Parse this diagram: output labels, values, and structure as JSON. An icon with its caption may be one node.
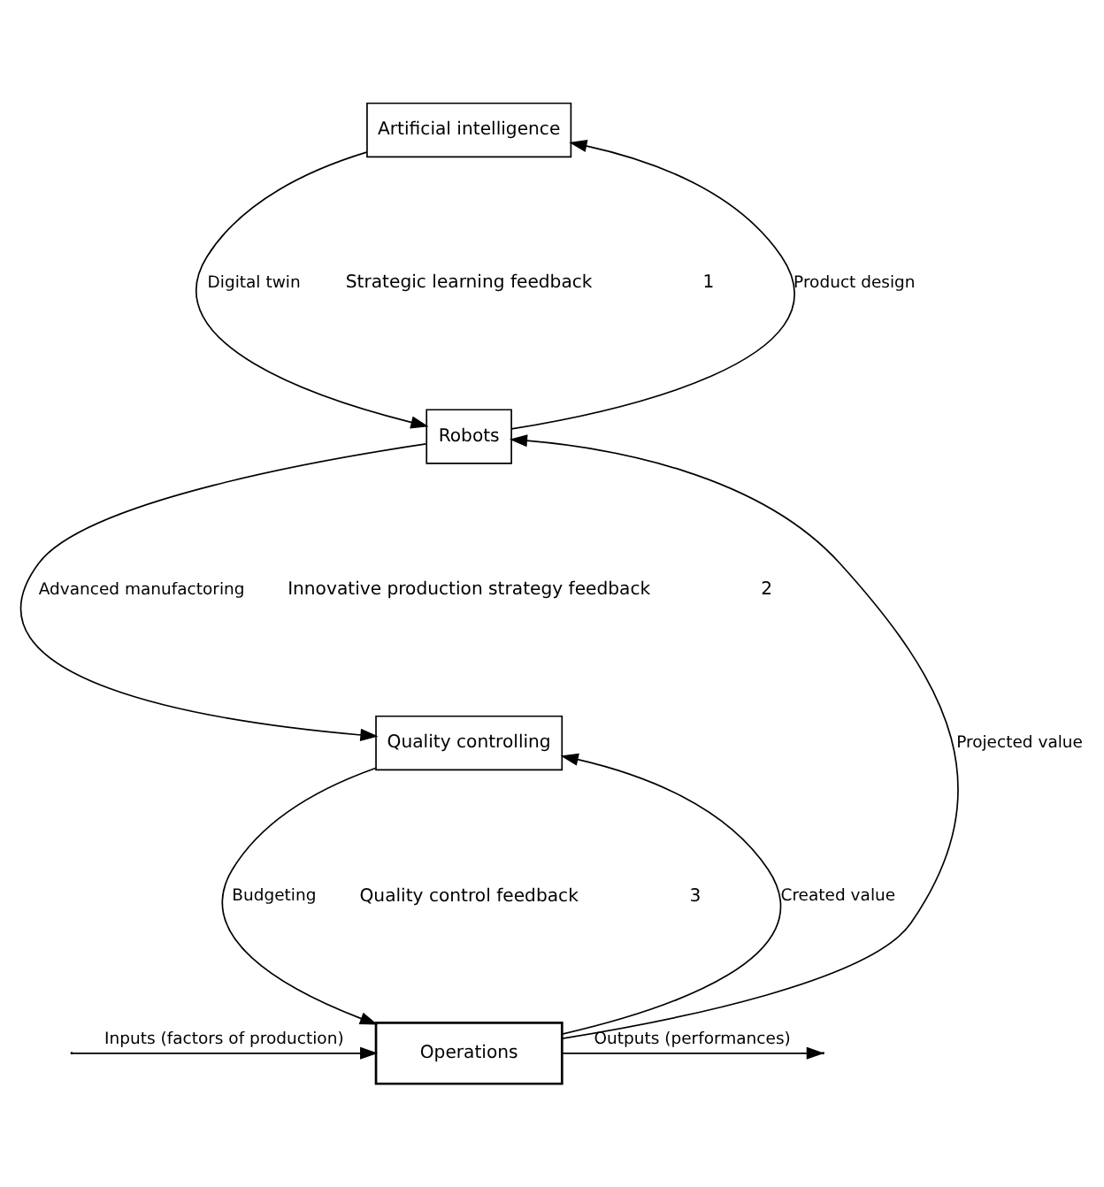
{
  "diagram": {
    "nodes": [
      {
        "text": [
          "Artificial intelligence"
        ]
      },
      {
        "text": [
          "Robots"
        ]
      },
      {
        "text": [
          "Quality controlling"
        ]
      },
      {
        "text": [
          "Operations"
        ]
      }
    ],
    "edges": [
      {
        "from": 0,
        "to": 1,
        "arrow": "to",
        "label": "Digital twin"
      },
      {
        "from": 1,
        "to": 0,
        "arrow": "to",
        "label": "Product design"
      },
      {
        "from": 1,
        "to": 2,
        "arrow": "to",
        "label": "Advanced manufactoring"
      },
      {
        "from": 3,
        "to": 1,
        "arrow": "to",
        "label": "Projected value"
      },
      {
        "from": 2,
        "to": 3,
        "arrow": "to",
        "label": "Budgeting"
      },
      {
        "from": 3,
        "to": 2,
        "arrow": "to",
        "label": "Created value"
      },
      {
        "from": null,
        "to": 3,
        "arrow": "to",
        "label": "Inputs (factors of production)"
      },
      {
        "from": 3,
        "to": null,
        "arrow": "to",
        "label": "Outputs (performances)"
      }
    ],
    "labels": [
      "Strategic learning feedback",
      "1",
      "Innovative production strategy feedback",
      "2",
      "Quality control feedback",
      "3"
    ]
  }
}
